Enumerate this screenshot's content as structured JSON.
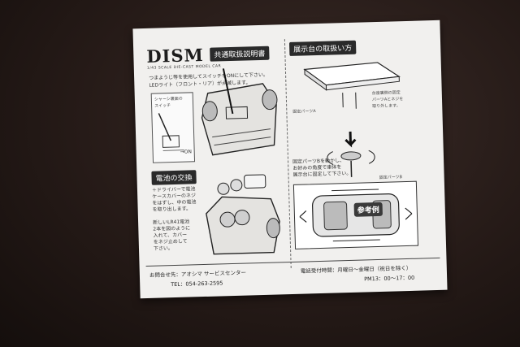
{
  "brand": {
    "logo": "DISM",
    "subtitle": "1/43 SCALE DIE-CAST MODEL CAR"
  },
  "sections": {
    "manual_title": "共通取扱説明書",
    "display_title": "展示台の取扱い方",
    "battery_title": "電池の交換",
    "reference_badge": "参考例"
  },
  "switch_section": {
    "instructions": [
      "つまようじ等を使用してスイッチをONにして下さい。",
      "LEDライト（フロント・リア）が点滅します。"
    ],
    "inset_label": [
      "シャーシ裏面の",
      "スイッチ"
    ],
    "on_label": "→ON"
  },
  "battery_section": {
    "step1": [
      "＋ドライバーで電池",
      "ケースカバーのネジ",
      "をはずし、中の電池",
      "を取り出します。"
    ],
    "step2": [
      "新しいLR41電池",
      "2本を図のように",
      "入れて、カバー",
      "をネジ止めして",
      "下さい。"
    ]
  },
  "display_section": {
    "part_a_label": "固定パーツA",
    "bottom_note": [
      "台座裏側の固定",
      "パーツAとネジを",
      "取り外します。"
    ],
    "part_b_instruction": [
      "固定パーツBを動かし、",
      "お好みの角度で車体を",
      "展示台に固定して下さい。"
    ],
    "part_b_label": "固定パーツB"
  },
  "footer": {
    "contact": "お問合せ先：アオシマ サービスセンター",
    "tel": "TEL：054-263-2595",
    "hours_label": "電話受付時間：月曜日～金曜日（祝日を除く）",
    "hours_time": "PM13：00～17：00"
  },
  "colors": {
    "paper": "#f1f0ee",
    "ink": "#1c1c1c",
    "background": "#251a17"
  }
}
